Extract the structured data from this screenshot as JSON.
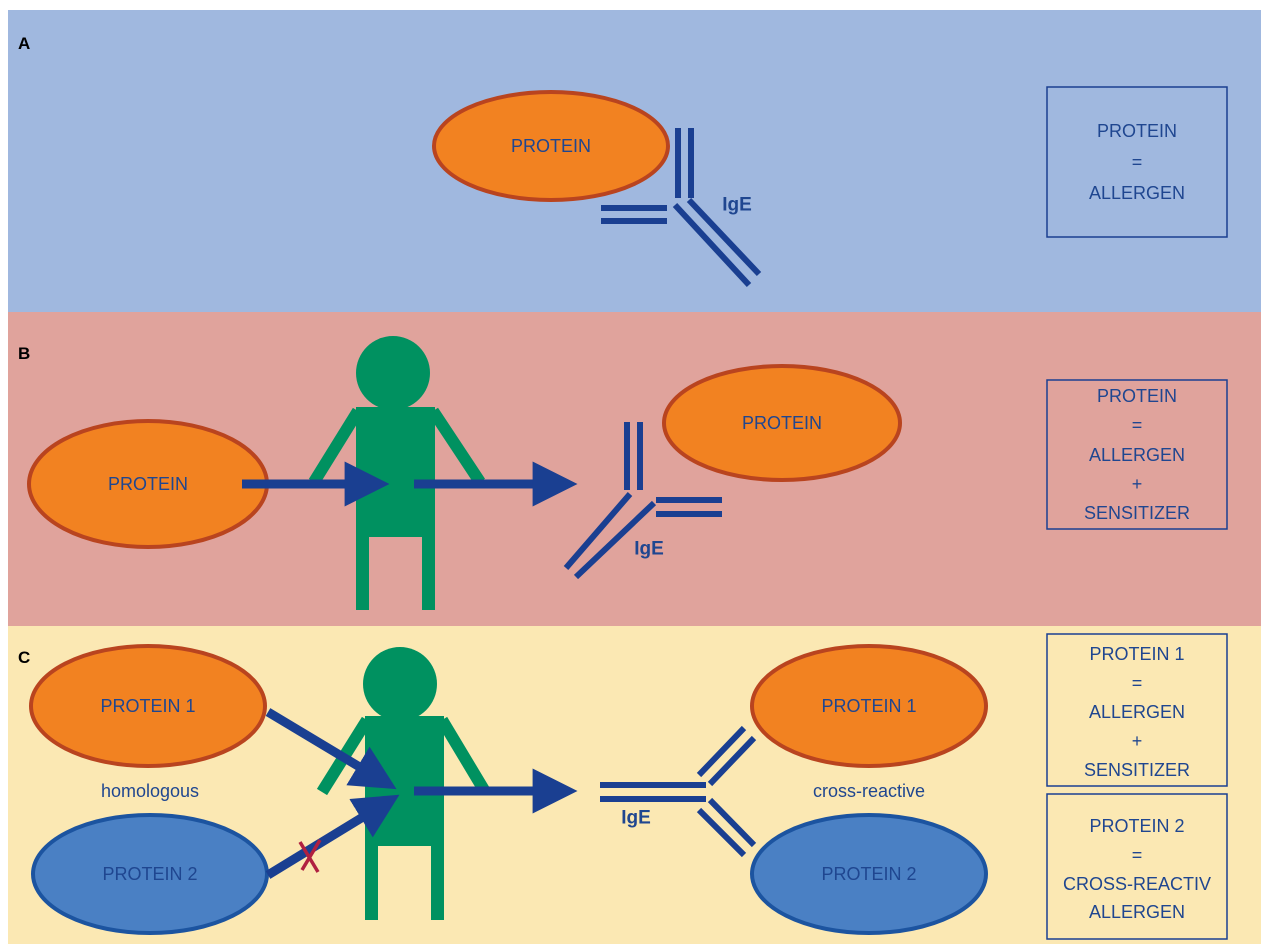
{
  "colors": {
    "panel_a_bg": "#a0b8df",
    "panel_b_bg": "#e0a39c",
    "panel_c_bg": "#fbe8b3",
    "protein_orange": "#f28221",
    "protein_orange_border": "#b9441f",
    "protein_blue": "#4a80c4",
    "protein_blue_border": "#1c54a0",
    "antibody": "#1a3f91",
    "person": "#009160",
    "cross_mark": "#b02040",
    "text": "#1f4690"
  },
  "panels": {
    "a": {
      "letter": "A",
      "protein": "PROTEIN",
      "ige": "IgE",
      "box": [
        "PROTEIN",
        "=",
        "ALLERGEN"
      ]
    },
    "b": {
      "letter": "B",
      "protein_in": "PROTEIN",
      "protein_out": "PROTEIN",
      "ige": "IgE",
      "box": [
        "PROTEIN",
        "=",
        "ALLERGEN",
        "+",
        "SENSITIZER"
      ]
    },
    "c": {
      "letter": "C",
      "protein1_in": "PROTEIN 1",
      "protein2_in": "PROTEIN 2",
      "homologous": "homologous",
      "protein1_out": "PROTEIN 1",
      "protein2_out": "PROTEIN 2",
      "cross_reactive": "cross-reactive",
      "ige": "IgE",
      "box1": [
        "PROTEIN 1",
        "=",
        "ALLERGEN",
        "+",
        "SENSITIZER"
      ],
      "box2": [
        "PROTEIN 2",
        "=",
        "CROSS-REACTIV",
        "ALLERGEN"
      ]
    }
  }
}
